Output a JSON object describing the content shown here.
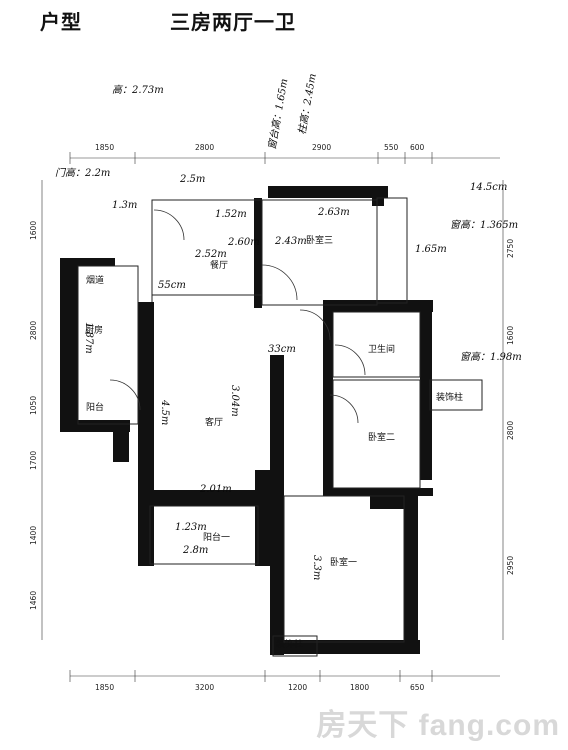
{
  "header": {
    "type_label": "户型",
    "layout_name": "三房两厅一卫",
    "height_note": "高：2.73m"
  },
  "dimensions": {
    "top": [
      "1850",
      "2800",
      "2900",
      "550",
      "600"
    ],
    "bottom": [
      "1850",
      "3200",
      "1200",
      "1800",
      "650"
    ],
    "left": [
      "1600",
      "2800",
      "1050",
      "1700",
      "1400",
      "1460"
    ],
    "right": [
      "2750",
      "1600",
      "2800",
      "2950"
    ]
  },
  "rooms": {
    "living": "客厅",
    "dining": "餐厅",
    "kitchen": "厨房",
    "flue": "烟道",
    "balcony_1": "阳台一",
    "balcony_small": "阳台",
    "bedroom_1": "卧室一",
    "bedroom_2": "卧室二",
    "bedroom_3": "卧室三",
    "bathroom": "卫生间",
    "deco_pillar_right": "装饰柱",
    "deco_pillar_bottom": "装饰柱"
  },
  "notes": {
    "window_sill_top": "窗台高：1.65m",
    "pillar_size": "柱高：2.45m",
    "window_right_1": "窗高：1.365m",
    "window_right_2": "窗高：1.98m",
    "door_height": "门高：2.2m",
    "liv_1": "1.52m",
    "liv_2": "2.52m",
    "liv_3": "2.60m",
    "liv_4": "4.5m",
    "liv_5": "3.04m",
    "liv_6": "2.01m",
    "liv_7": "55cm",
    "liv_8": "1.3m",
    "liv_9": "2.5m",
    "bed3_1": "2.63m",
    "bed3_2": "2.43m",
    "bed3_3": "1.65m",
    "bal_1": "1.23m",
    "bal_2": "2.8m",
    "bed1_1": "3.3m",
    "kit_1": "1.87m",
    "misc_1": "33cm",
    "misc_2": "14.5cm"
  },
  "watermark": "房天下 fang.com"
}
